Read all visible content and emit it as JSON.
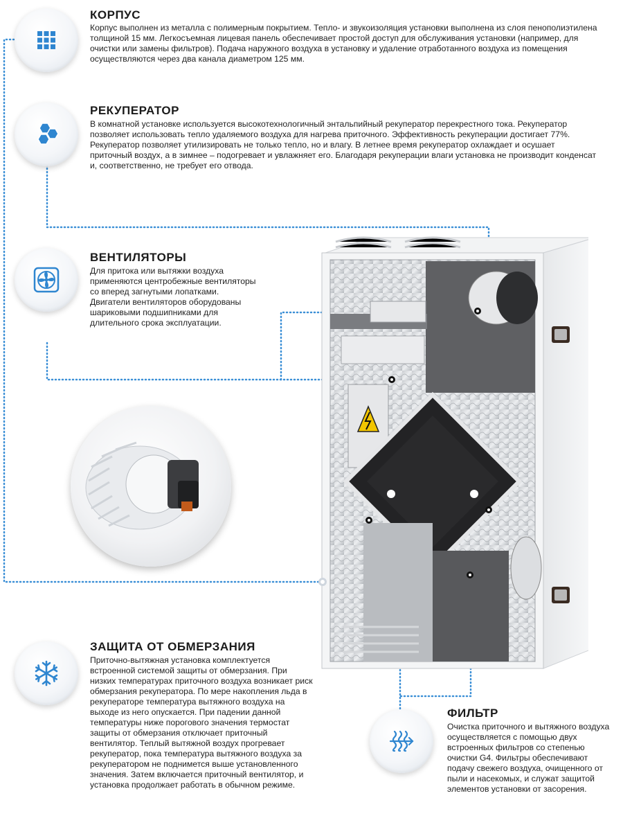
{
  "sections": {
    "korpus": {
      "title": "КОРПУС",
      "text": "Корпус выполнен из металла с полимерным покрытием. Тепло- и звукоизоляция установки выполнена из слоя пенополиэтилена толщиной 15 мм. Легкосъемная лицевая панель обеспечивает простой доступ для обслуживания установки (например, для очистки или замены фильтров). Подача наружного воздуха в установку и удаление отработанного воздуха из помещения осуществляются через два канала диаметром 125 мм.",
      "icon": "grid-icon"
    },
    "rekuperator": {
      "title": "РЕКУПЕРАТОР",
      "text": "В комнатной установке используется высокотехнологичный энтальпийный рекуператор перекрестного тока. Рекуператор позволяет использовать тепло удаляемого воздуха для нагрева приточного. Эффективность рекуперации достигает 77%. Рекуператор позволяет утилизировать не только тепло, но и влагу. В летнее время рекуператор охлаждает и осушает приточный воздух, а в зимнее – подогревает и увлажняет его. Благодаря рекуперации влаги установка не производит конденсат и, соответственно, не требует его отвода.",
      "icon": "hexagon-cells-icon"
    },
    "ventilyatory": {
      "title": "ВЕНТИЛЯТОРЫ",
      "text": "Для притока или вытяжки воздуха применяются центробежные вентиляторы со вперед загнутыми лопатками. Двигатели вентиляторов оборудованы шариковыми подшипниками для длительного срока эксплуатации.",
      "icon": "fan-icon"
    },
    "zashchita": {
      "title": "ЗАЩИТА ОТ ОБМЕРЗАНИЯ",
      "text": "Приточно-вытяжная установка комплектуется встроенной системой защиты от обмерзания. При низких температурах приточного воздуха возникает риск обмерзания рекуператора. По мере накопления льда в рекуператоре температура вытяжного воздуха на выходе из него опускается. При падении данной температуры ниже порогового значения термостат защиты от обмерзания отключает приточный вентилятор. Теплый вытяжной воздух прогревает рекуператор, пока температура вытяжного воздуха за рекуператором не поднимется выше установленного значения. Затем включается приточный вентилятор, и установка продолжает работать в обычном режиме.",
      "icon": "snowflake-icon"
    },
    "filtr": {
      "title": "ФИЛЬТР",
      "text": "Очистка приточного и вытяжного воздуха осуществляется с помощью двух встроенных фильтров со степенью очистки G4. Фильтры обеспечивают подачу свежего воздуха, очищенного от пыли и насекомых, и служат защитой элементов установки от засорения.",
      "icon": "filter-icon"
    }
  },
  "colors": {
    "accent": "#2a7fc9",
    "dotted_line": "#3b8fd6",
    "icon_blue": "#2f86d0"
  }
}
